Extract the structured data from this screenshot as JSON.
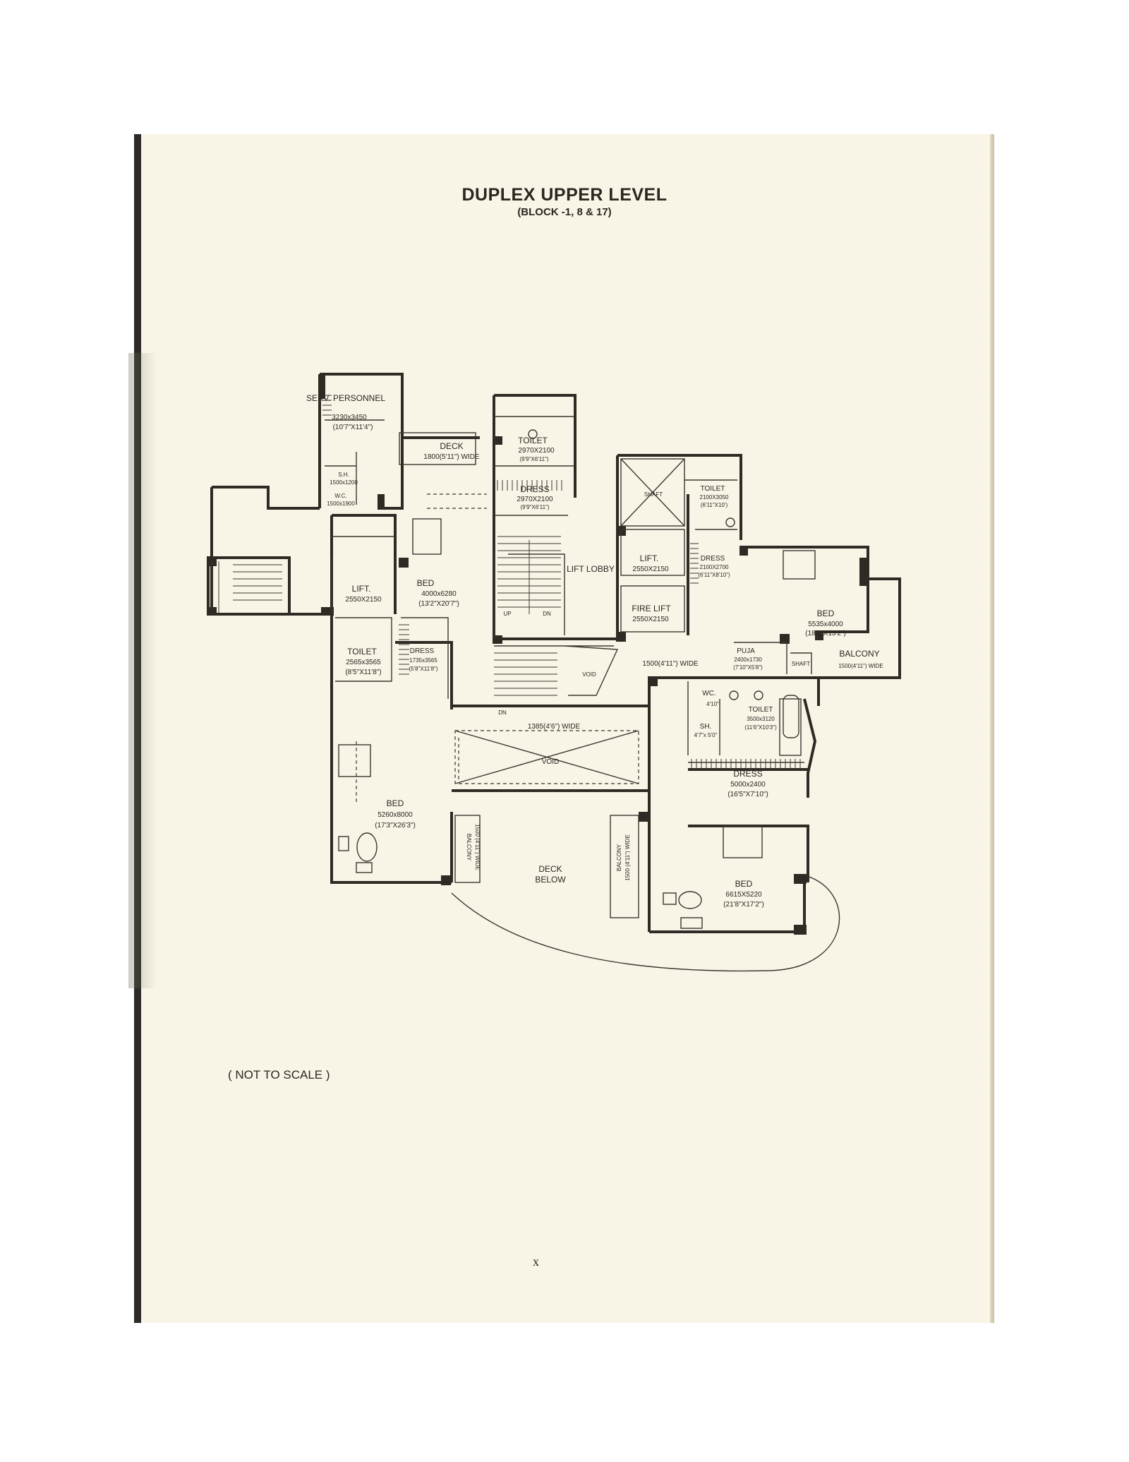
{
  "header": {
    "title": "DUPLEX UPPER LEVEL",
    "subtitle": "(BLOCK -1, 8 & 17)"
  },
  "footer": {
    "note": "( NOT TO SCALE )",
    "page_number": "x"
  },
  "rooms": {
    "serv_personnel": {
      "name": "SERV. PERSONNEL",
      "size": "3230x3450",
      "imperial": "(10'7\"X11'4\")"
    },
    "shower_small": {
      "name": "S.H.",
      "size": "1500x1200"
    },
    "wc_small": {
      "name": "W.C.",
      "size": "1500x1900"
    },
    "deck_top": {
      "name": "DECK",
      "size": "1800(5'11\") WIDE"
    },
    "toilet_top": {
      "name": "TOILET",
      "size": "2970X2100",
      "imperial": "(9'9\"X6'11\")"
    },
    "dress_top": {
      "name": "DRESS",
      "size": "2970X2100",
      "imperial": "(9'9\"X6'11\")"
    },
    "shaft_top": {
      "name": "SHAFT"
    },
    "toilet_right": {
      "name": "TOILET",
      "size": "2100X3050",
      "imperial": "(6'11\"X10')"
    },
    "lift_left": {
      "name": "LIFT.",
      "size": "2550X2150"
    },
    "bed_center": {
      "name": "BED",
      "size": "4000x6280",
      "imperial": "(13'2\"X20'7\")"
    },
    "lift_lobby": {
      "name": "LIFT LOBBY"
    },
    "lift_center": {
      "name": "LIFT.",
      "size": "2550X2150"
    },
    "fire_lift": {
      "name": "FIRE LIFT",
      "size": "2550X2150"
    },
    "dress_right": {
      "name": "DRESS",
      "size": "2100X2700",
      "imperial": "(6'11\"X8'10\")"
    },
    "bed_right": {
      "name": "BED",
      "size": "5535x4000",
      "imperial": "(18'2\"X13'2\")"
    },
    "balcony_right": {
      "name": "BALCONY",
      "size": "1500(4'11\") WIDE"
    },
    "toilet_left": {
      "name": "TOILET",
      "size": "2565x3565",
      "imperial": "(8'5\"X11'8\")"
    },
    "dress_left": {
      "name": "DRESS",
      "size": "1735x3565",
      "imperial": "(5'8\"X11'8\")"
    },
    "passage_mid": {
      "size": "1500(4'11\") WIDE"
    },
    "puja": {
      "name": "PUJA",
      "size": "2400x1730",
      "imperial": "(7'10\"X5'8\")"
    },
    "shaft_right": {
      "name": "SHAFT"
    },
    "void_small": {
      "name": "VOID"
    },
    "passage_low": {
      "size": "1385(4'6\") WIDE"
    },
    "wc_right": {
      "name": "WC.",
      "size": "4'10\""
    },
    "sh_right": {
      "name": "SH.",
      "size": "4'7\"x 5'0\""
    },
    "toilet_master": {
      "name": "TOILET",
      "size": "3500x3120",
      "imperial": "(11'6\"X10'3\")"
    },
    "void_large": {
      "name": "VOID"
    },
    "dress_master": {
      "name": "DRESS",
      "size": "5000x2400",
      "imperial": "(16'5\"X7'10\")"
    },
    "bed_left_large": {
      "name": "BED",
      "size": "5260x8000",
      "imperial": "(17'3\"X26'3\")"
    },
    "balcony_left": {
      "name": "BALCONY",
      "size": "1500 (4'11\") WIDE"
    },
    "deck_below": {
      "name": "DECK",
      "name2": "BELOW"
    },
    "balcony_center": {
      "name": "BALCONY",
      "size": "1500 (4'11\") WIDE"
    },
    "bed_master": {
      "name": "BED",
      "size": "6615X5220",
      "imperial": "(21'8\"X17'2\")"
    },
    "stair_up": {
      "name": "UP"
    },
    "stair_dn": {
      "name": "DN"
    },
    "stair_dn2": {
      "name": "DN"
    }
  }
}
